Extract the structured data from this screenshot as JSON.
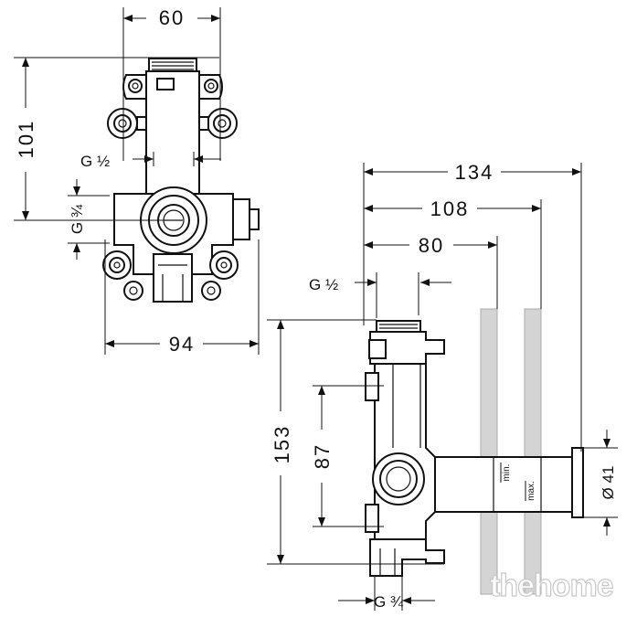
{
  "front_view": {
    "dim_width_top": "60",
    "dim_height": "101",
    "dim_width_bottom": "94",
    "thread_top": "G ½",
    "thread_bottom": "G ¾"
  },
  "side_view": {
    "dim_total_depth": "134",
    "dim_depth_max": "108",
    "dim_depth_min": "80",
    "thread_top": "G ½",
    "dim_total_height": "153",
    "dim_outlet_height": "87",
    "dim_diameter": "Ø 41",
    "label_min": "min.",
    "label_max": "max.",
    "thread_bottom": "G ¾"
  },
  "watermark": "thehome"
}
